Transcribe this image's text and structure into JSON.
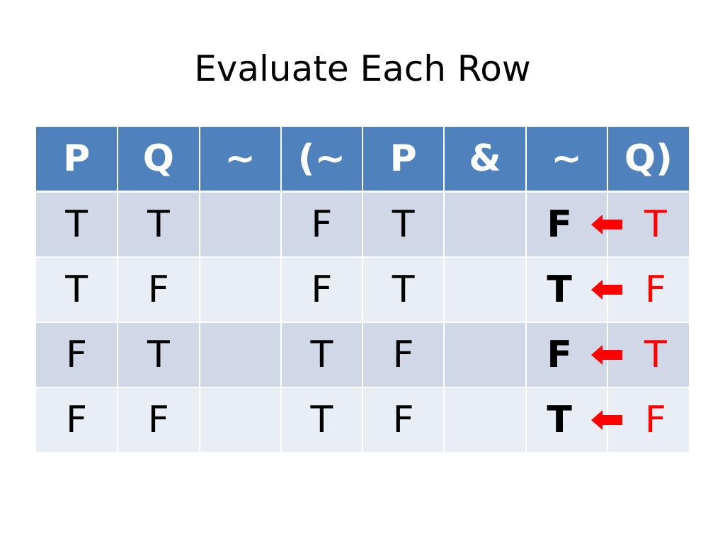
{
  "slide": {
    "title": "Evaluate Each Row"
  },
  "table": {
    "headers": [
      "P",
      "Q",
      "~",
      "(~",
      "P",
      "&",
      "~",
      "Q)"
    ],
    "rows": [
      [
        "T",
        "T",
        "",
        "F",
        "T",
        "",
        "F",
        "T"
      ],
      [
        "T",
        "F",
        "",
        "F",
        "T",
        "",
        "T",
        "F"
      ],
      [
        "F",
        "T",
        "",
        "T",
        "F",
        "",
        "F",
        "T"
      ],
      [
        "F",
        "F",
        "",
        "T",
        "F",
        "",
        "T",
        "F"
      ]
    ]
  },
  "colors": {
    "header_bg": "#4f81bd",
    "row_odd_bg": "#d0d8e8",
    "row_even_bg": "#e9edf4",
    "accent_red": "#ff0000"
  },
  "icons": {
    "arrow": "left-arrow-icon"
  }
}
